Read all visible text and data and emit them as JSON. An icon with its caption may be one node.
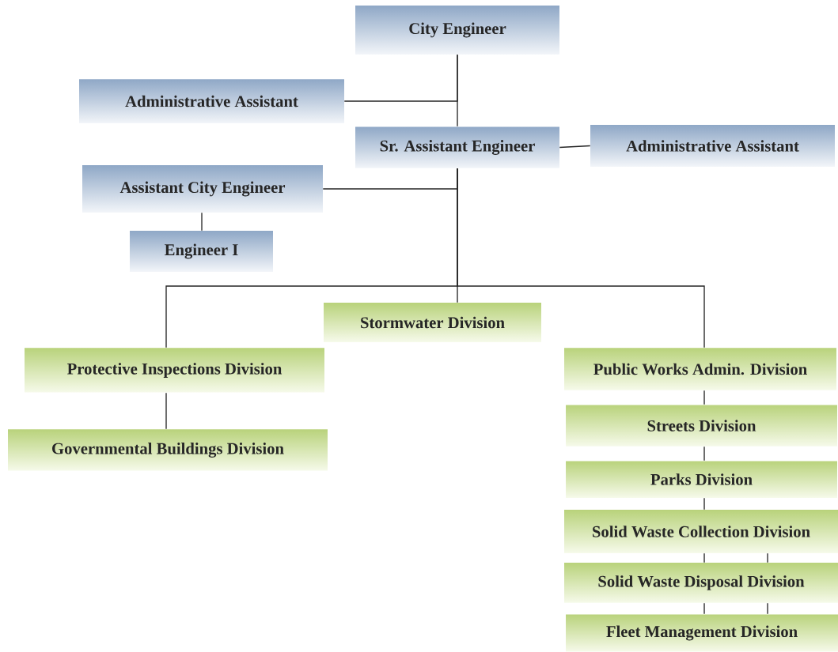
{
  "diagram": {
    "nodes": [
      {
        "text": [
          "City Engineer"
        ]
      },
      {
        "text": [
          "Administrative Assistant"
        ]
      },
      {
        "text": [
          "Sr. Assistant Engineer"
        ]
      },
      {
        "text": [
          "Administrative Assistant"
        ]
      },
      {
        "text": [
          "Assistant  City Engineer"
        ]
      },
      {
        "text": [
          "Engineer I"
        ]
      },
      {
        "text": [
          "Stormwater  Division"
        ]
      },
      {
        "text": [
          "Protective Inspections Division"
        ]
      },
      {
        "text": [
          "Governmental Buildings Division"
        ]
      },
      {
        "text": [
          "Public Works Admin. Division"
        ]
      },
      {
        "text": [
          "Streets Division"
        ]
      },
      {
        "text": [
          "Parks Division"
        ]
      },
      {
        "text": [
          "Solid Waste Collection Division"
        ]
      },
      {
        "text": [
          "Solid Waste Disposal Division"
        ]
      },
      {
        "text": [
          "Fleet Management Division"
        ]
      }
    ],
    "edges": [
      {
        "from": 0,
        "to": 1,
        "arrow": "none"
      },
      {
        "from": 0,
        "to": 2,
        "arrow": "none"
      },
      {
        "from": 2,
        "to": 3,
        "arrow": "none"
      },
      {
        "from": 2,
        "to": 4,
        "arrow": "none"
      },
      {
        "from": 4,
        "to": 5,
        "arrow": "none"
      },
      {
        "from": 2,
        "to": 6,
        "arrow": "none"
      },
      {
        "from": 2,
        "to": 7,
        "arrow": "none"
      },
      {
        "from": 2,
        "to": 9,
        "arrow": "none"
      },
      {
        "from": 7,
        "to": 8,
        "arrow": "none"
      },
      {
        "from": 9,
        "to": 10,
        "arrow": "none"
      },
      {
        "from": 10,
        "to": 11,
        "arrow": "none"
      },
      {
        "from": 11,
        "to": 12,
        "arrow": "none"
      },
      {
        "from": 12,
        "to": 13,
        "arrow": "none"
      },
      {
        "from": 12,
        "to": 13,
        "arrow": "none"
      },
      {
        "from": 13,
        "to": 14,
        "arrow": "none"
      },
      {
        "from": 13,
        "to": 14,
        "arrow": "none"
      }
    ]
  }
}
